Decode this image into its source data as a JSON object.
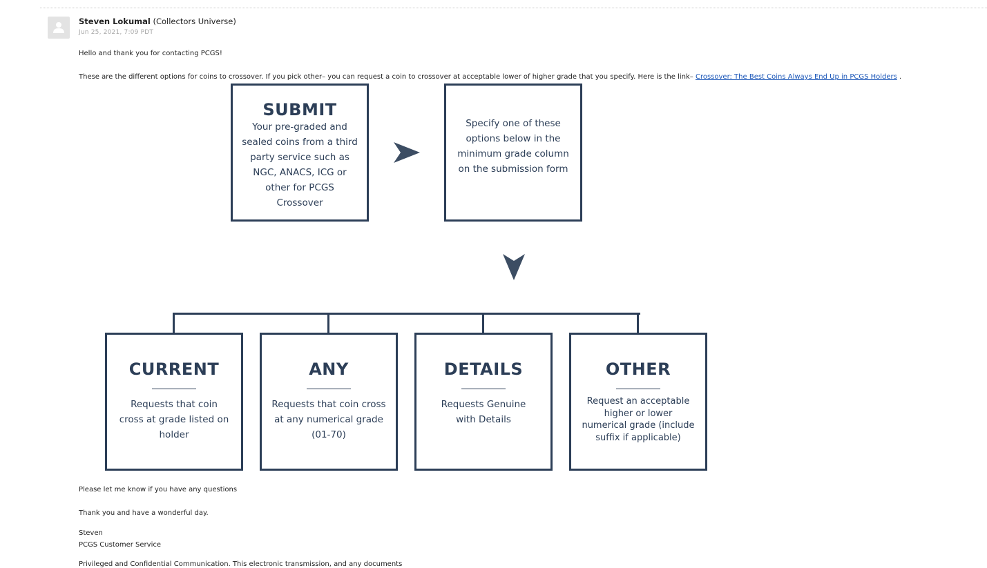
{
  "message": {
    "sender_name": "Steven Lokumal",
    "sender_org": "(Collectors Universe)",
    "date": "Jun 25, 2021, 7:09 PDT",
    "greeting": "Hello and thank you for contacting PCGS!",
    "body_text": "These are the different options for coins to crossover.  If you pick other– you can request a coin to crossover at acceptable lower of higher grade that you specify. Here is the link–",
    "link_text": "Crossover: The Best Coins Always End Up in PCGS Holders",
    "body_end": ".",
    "questions": "Please let me know if you have any questions",
    "thanks": "Thank you and have a wonderful day.",
    "sig_name": "Steven",
    "sig_title": "PCGS Customer Service",
    "disclaimer": "Privileged and Confidential Communication. This electronic transmission, and any documents"
  },
  "flowchart": {
    "submit_title": "SUBMIT",
    "submit_desc": "Your pre-graded and sealed coins from a third party service such as NGC, ANACS, ICG or other for PCGS Crossover",
    "specify_desc": "Specify one of these options below in the minimum grade column on the submission form",
    "options": [
      {
        "title": "CURRENT",
        "desc": "Requests that coin cross at grade listed on holder"
      },
      {
        "title": "ANY",
        "desc": "Requests that coin cross at any numerical grade (01-70)"
      },
      {
        "title": "DETAILS",
        "desc": "Requests Genuine with Details"
      },
      {
        "title": "OTHER",
        "desc": "Request an acceptable higher or lower numerical grade (include suffix if applicable)"
      }
    ],
    "color": "#2c3e57"
  },
  "icons": {
    "avatar": "user-icon",
    "arrow_right": "arrow-right-icon",
    "arrow_down": "arrow-down-icon"
  }
}
